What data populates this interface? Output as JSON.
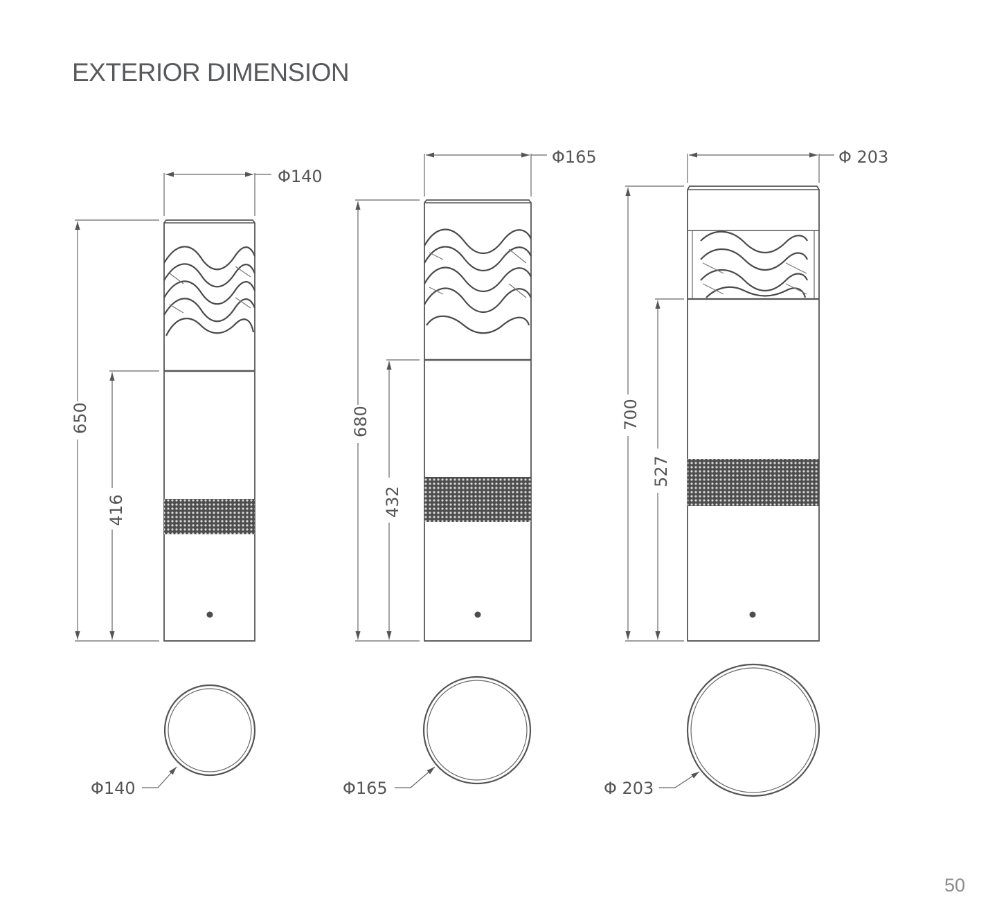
{
  "page": {
    "title": "EXTERIOR DIMENSION",
    "page_number": "50"
  },
  "colors": {
    "line": "#555555",
    "title": "#58595b",
    "page_number": "#8a8a8a",
    "mesh": "#4d4d4d"
  },
  "lamps": [
    {
      "model_index": 1,
      "diameter_top_label": "Φ140",
      "total_height_label": "650",
      "body_height_label": "416",
      "base_diameter_label": "Φ140",
      "diameter_mm": 140,
      "total_height_mm": 650,
      "body_height_mm": 416
    },
    {
      "model_index": 2,
      "diameter_top_label": "Φ165",
      "total_height_label": "680",
      "body_height_label": "432",
      "base_diameter_label": "Φ165",
      "diameter_mm": 165,
      "total_height_mm": 680,
      "body_height_mm": 432
    },
    {
      "model_index": 3,
      "diameter_top_label": "Φ 203",
      "total_height_label": "700",
      "body_height_label": "527",
      "base_diameter_label": "Φ 203",
      "diameter_mm": 203,
      "total_height_mm": 700,
      "body_height_mm": 527
    }
  ]
}
